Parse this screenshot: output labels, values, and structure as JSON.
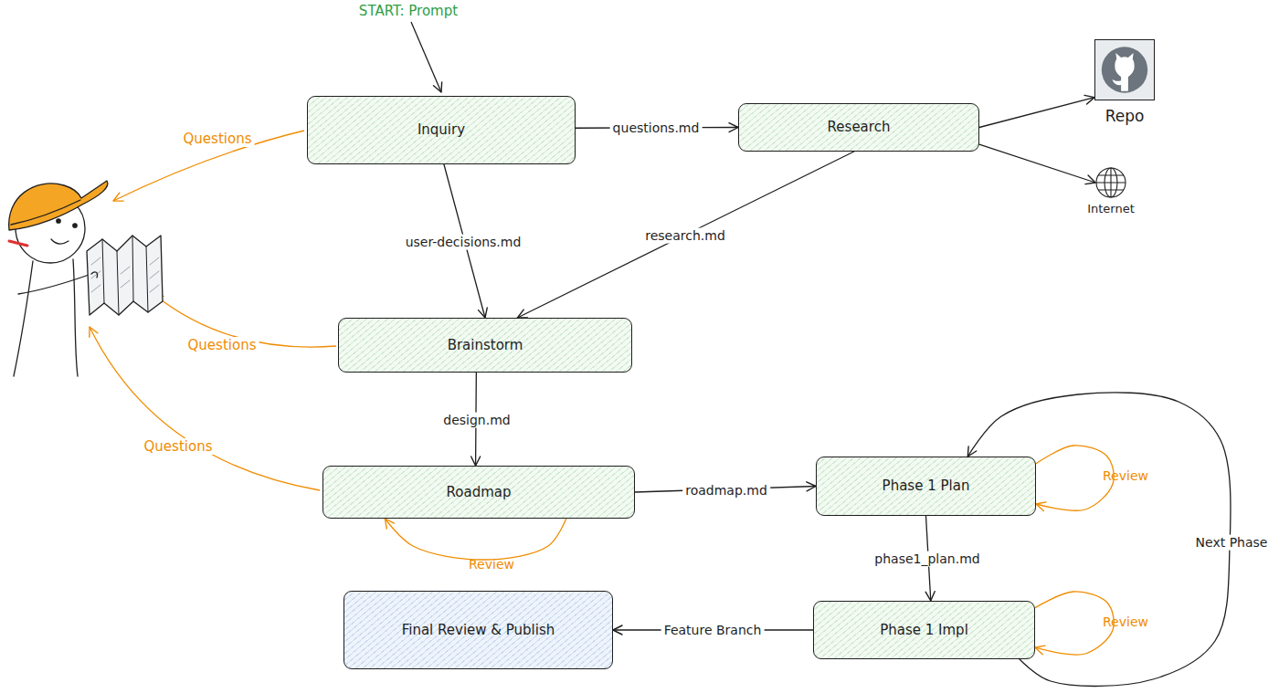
{
  "diagram": {
    "nodes": [
      {
        "text": [
          "Inquiry"
        ]
      },
      {
        "text": [
          "Research"
        ]
      },
      {
        "text": [
          "Repo"
        ]
      },
      {
        "text": [
          "Internet"
        ]
      },
      {
        "text": [
          "Brainstorm"
        ]
      },
      {
        "text": [
          "Roadmap"
        ]
      },
      {
        "text": [
          "Phase 1 Plan"
        ]
      },
      {
        "text": [
          "Final Review & Publish"
        ]
      },
      {
        "text": [
          "Phase 1 Impl"
        ]
      }
    ],
    "edges": [
      {
        "from": 0,
        "to": 1,
        "label": "questions.md",
        "arrow": "to"
      },
      {
        "from": 1,
        "to": 2,
        "arrow": "to"
      },
      {
        "from": 1,
        "to": 3,
        "arrow": "to"
      },
      {
        "from": 0,
        "to": 4,
        "label": "user-decisions.md",
        "arrow": "to"
      },
      {
        "from": 1,
        "to": 4,
        "label": "research.md",
        "arrow": "to"
      },
      {
        "from": 4,
        "to": 5,
        "label": "design.md",
        "arrow": "to"
      },
      {
        "from": 5,
        "to": 5,
        "label": "Review",
        "arrow": "to"
      },
      {
        "from": 5,
        "to": 6,
        "label": "roadmap.md",
        "arrow": "to"
      },
      {
        "from": 6,
        "to": 6,
        "label": "Review",
        "arrow": "to"
      },
      {
        "from": 6,
        "to": 8,
        "label": "phase1_plan.md",
        "arrow": "to"
      },
      {
        "from": 8,
        "to": 8,
        "label": "Review",
        "arrow": "to"
      },
      {
        "from": 8,
        "to": 7,
        "label": "Feature Branch",
        "arrow": "to"
      },
      {
        "from": 8,
        "to": 6,
        "label": "Next Phase",
        "arrow": "to"
      }
    ],
    "labels": [
      "START: Prompt",
      "Questions",
      "Questions",
      "Questions"
    ]
  }
}
